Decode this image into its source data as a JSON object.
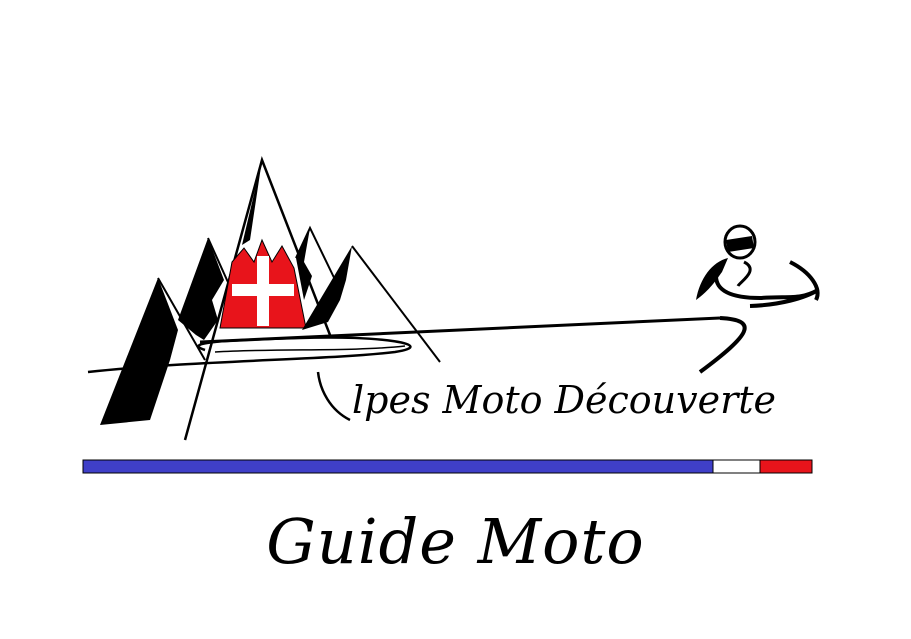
{
  "logo": {
    "brand_text": "lpes Moto Découverte",
    "icon_name": "mountains-motorcycle-rider-logo",
    "colors": {
      "ink": "#000000",
      "flag_red": "#e8141b",
      "flag_cross": "#ffffff",
      "stripe_blue": "#3f3fc8",
      "stripe_white": "#ffffff",
      "stripe_red": "#e8141b"
    }
  },
  "tagline": "Guide Moto"
}
